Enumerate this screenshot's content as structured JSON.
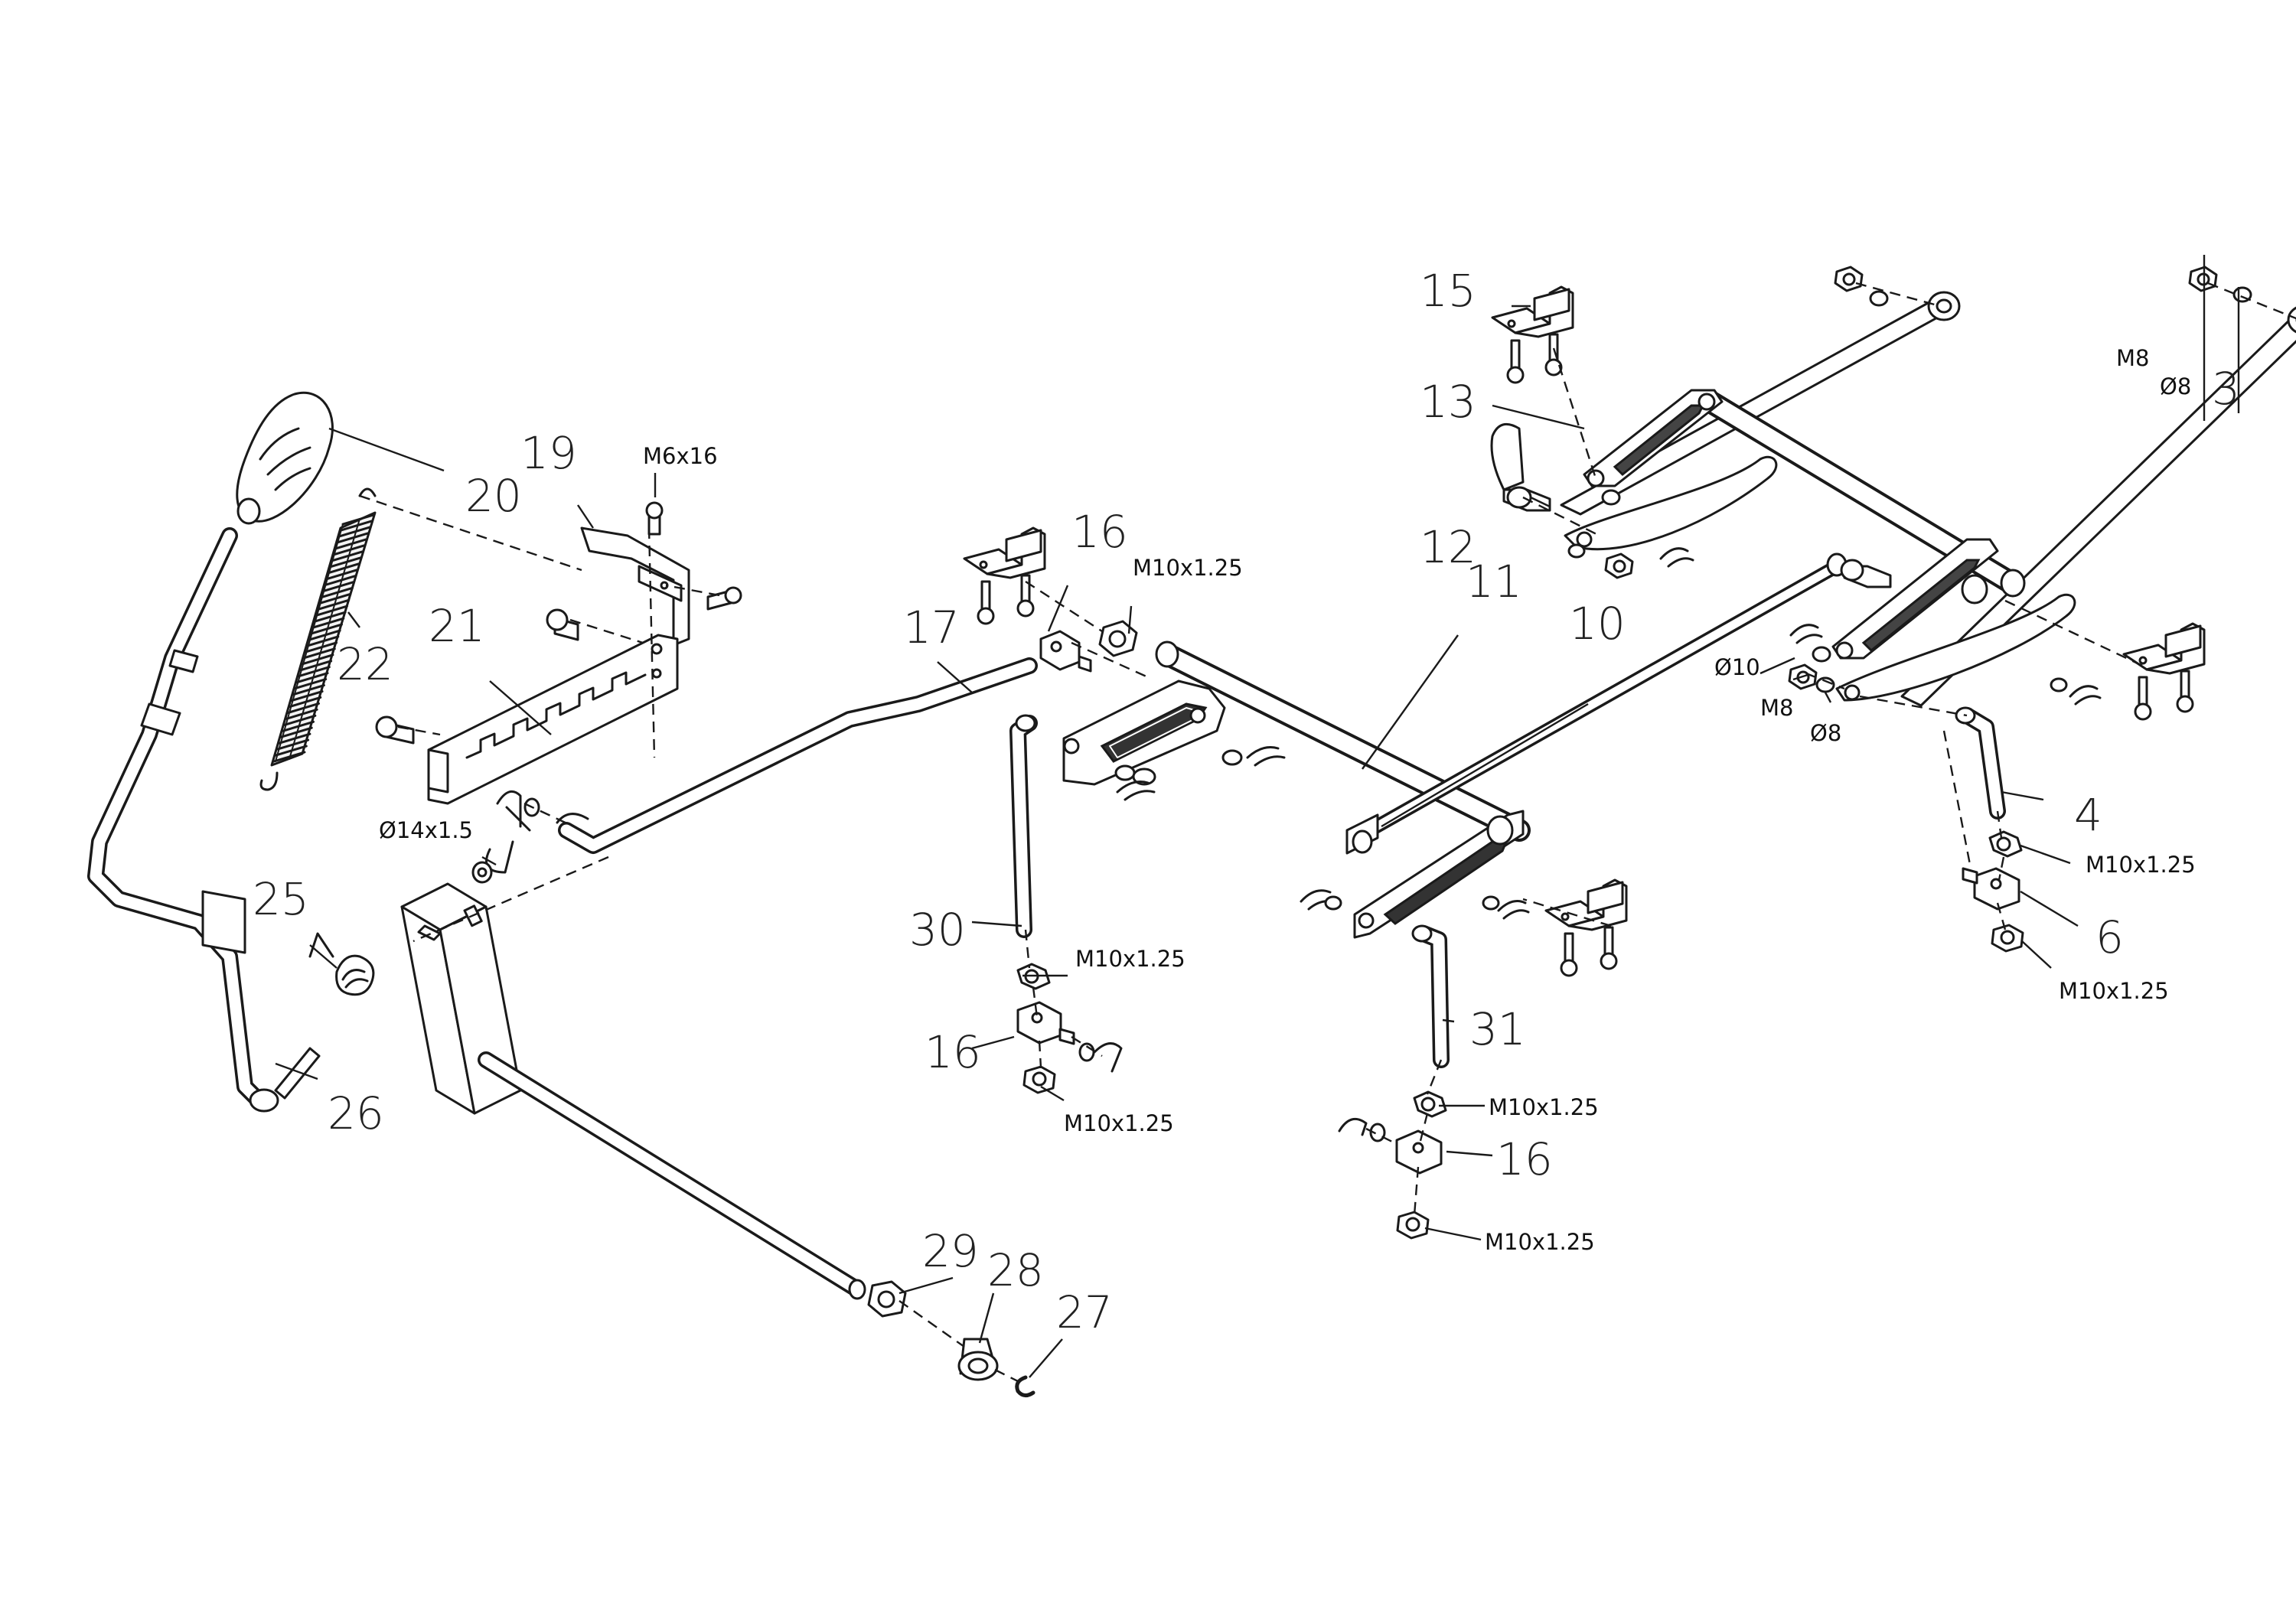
{
  "labels": {
    "p3": "3",
    "p4": "4",
    "p6": "6",
    "p10": "10",
    "p11": "11",
    "p12": "12",
    "p13": "13",
    "p15": "15",
    "p16a": "16",
    "p16b": "16",
    "p16c": "16",
    "p17": "17",
    "p19": "19",
    "p20": "20",
    "p21": "21",
    "p22": "22",
    "p25": "25",
    "p26": "26",
    "p27": "27",
    "p28": "28",
    "p29": "29",
    "p30": "30",
    "p31": "31"
  },
  "specs": {
    "m6x16": "M6x16",
    "d14x15": "Ø14x1.5",
    "m10_top": "M10x1.25",
    "m10_30": "M10x1.25",
    "m10_16b": "M10x1.25",
    "m10_31": "M10x1.25",
    "m10_16c": "M10x1.25",
    "m10_4": "M10x1.25",
    "m10_6": "M10x1.25",
    "m8_top": "M8",
    "d8_top": "Ø8",
    "d10": "Ø10",
    "m8_mid": "M8",
    "d8_mid": "Ø8"
  }
}
